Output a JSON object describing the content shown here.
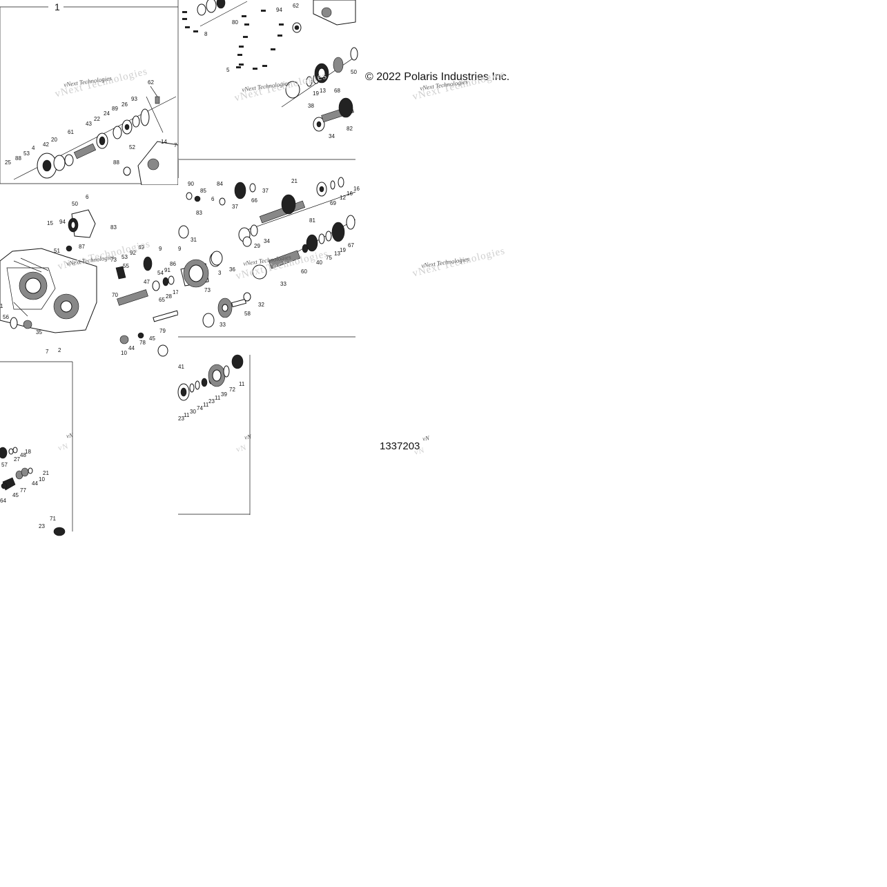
{
  "copyright": "© 2022 Polaris Industries Inc.",
  "figure_number": "1337203",
  "item_number": "1",
  "watermark": {
    "vendor": "vNext Technologies",
    "short": "vN"
  },
  "tiles": {
    "a": {
      "callouts": [
        "62",
        "93",
        "26",
        "89",
        "24",
        "22",
        "43",
        "61",
        "20",
        "42",
        "4",
        "53",
        "88",
        "25",
        "14",
        "7",
        "52",
        "88"
      ]
    },
    "b": {
      "callouts": [
        "80",
        "94",
        "62",
        "8",
        "5",
        "50",
        "13",
        "19",
        "68",
        "38",
        "82",
        "34"
      ]
    },
    "c": {
      "callouts": [
        "6",
        "50",
        "15",
        "94",
        "83",
        "51",
        "87",
        "73",
        "53",
        "92",
        "49",
        "9",
        "55",
        "47",
        "54",
        "91",
        "86",
        "65",
        "28",
        "17",
        "70",
        "56",
        "35",
        "79",
        "45",
        "78",
        "44",
        "10",
        "7",
        "2",
        "1"
      ]
    },
    "d": {
      "callouts": [
        "90",
        "85",
        "84",
        "37",
        "66",
        "37",
        "21",
        "16",
        "69",
        "12",
        "16",
        "6",
        "83",
        "81",
        "31",
        "29",
        "34",
        "67",
        "19",
        "13",
        "75",
        "40",
        "60",
        "9",
        "36",
        "3",
        "33",
        "73",
        "32",
        "58",
        "33"
      ]
    },
    "e": {
      "callouts": [
        "18",
        "48",
        "27",
        "57",
        "21",
        "10",
        "44",
        "77",
        "45",
        "64",
        "71",
        "23"
      ]
    },
    "f": {
      "callouts": [
        "41",
        "11",
        "72",
        "39",
        "11",
        "23",
        "11",
        "74",
        "30",
        "11",
        "23"
      ]
    }
  }
}
